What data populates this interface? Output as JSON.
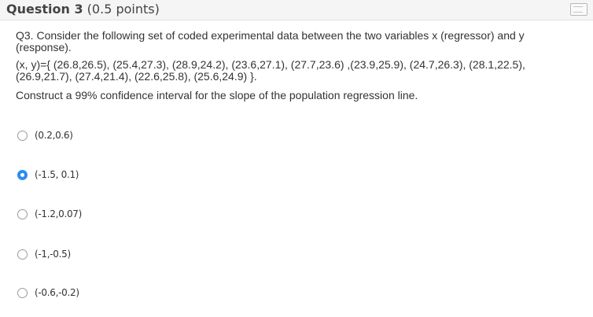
{
  "header": {
    "question_number": "Question 3",
    "points": " (0.5 points)"
  },
  "question": {
    "prompt": "Q3.  Consider the following set of coded experimental data between the two variables x (regressor) and y (response).",
    "data": "(x, y)={ (26.8,26.5), (25.4,27.3), (28.9,24.2), (23.6,27.1), (27.7,23.6) ,(23.9,25.9), (24.7,26.3), (28.1,22.5), (26.9,21.7), (27.4,21.4), (22.6,25.8), (25.6,24.9) }.",
    "ask": "Construct a 99% confidence interval for the slope of the population regression line."
  },
  "options": [
    {
      "label": "(0.2,0.6)",
      "selected": false
    },
    {
      "label": "(-1.5, 0.1)",
      "selected": true
    },
    {
      "label": "(-1.2,0.07)",
      "selected": false
    },
    {
      "label": "(-1,-0.5)",
      "selected": false
    },
    {
      "label": "(-0.6,-0.2)",
      "selected": false
    }
  ],
  "colors": {
    "accent": "#2d8cf0",
    "text": "#333333",
    "header_bg": "#f5f5f5"
  },
  "icons": {
    "flag": "flag-question-icon"
  }
}
